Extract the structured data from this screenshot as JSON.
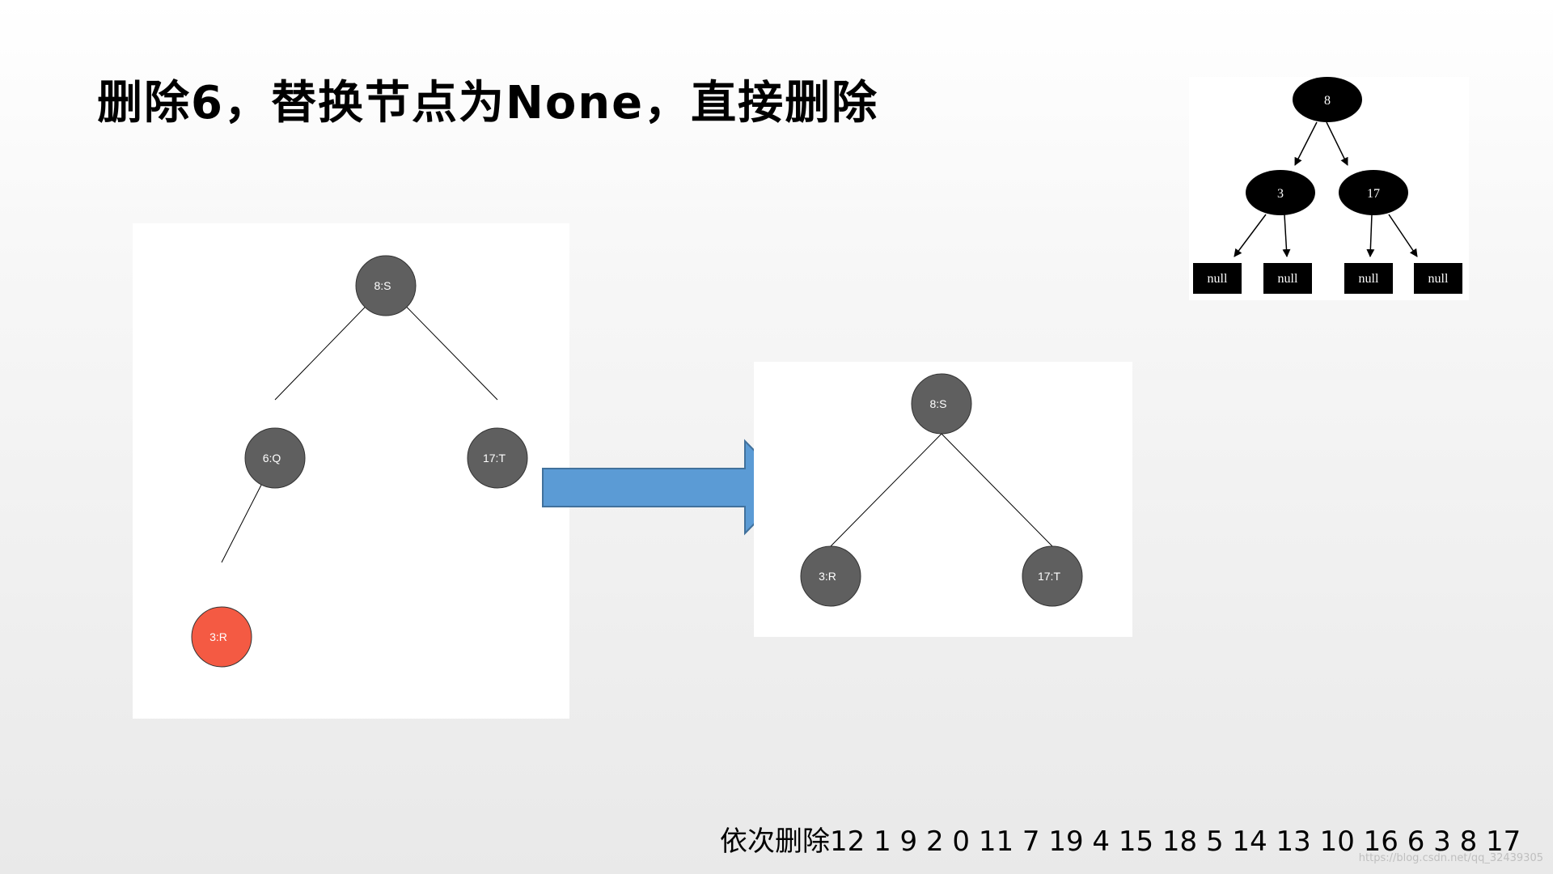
{
  "title": "删除6，替换节点为None，直接删除",
  "tree_before": {
    "nodes": [
      {
        "label": "8:S",
        "color": "#5f5f5f"
      },
      {
        "label": "6:Q",
        "color": "#5f5f5f"
      },
      {
        "label": "17:T",
        "color": "#5f5f5f"
      },
      {
        "label": "3:R",
        "color": "#f45a43"
      }
    ]
  },
  "tree_after": {
    "nodes": [
      {
        "label": "8:S",
        "color": "#5f5f5f"
      },
      {
        "label": "3:R",
        "color": "#5f5f5f"
      },
      {
        "label": "17:T",
        "color": "#5f5f5f"
      }
    ]
  },
  "mini_tree": {
    "nodes": [
      {
        "label": "8"
      },
      {
        "label": "3"
      },
      {
        "label": "17"
      }
    ],
    "null_label": "null"
  },
  "arrow_color": "#5b9bd5",
  "sequence": "依次删除12 1 9 2 0 11 7 19 4 15 18 5 14 13 10 16 6 3 8 17",
  "watermark": "https://blog.csdn.net/qq_32439305"
}
